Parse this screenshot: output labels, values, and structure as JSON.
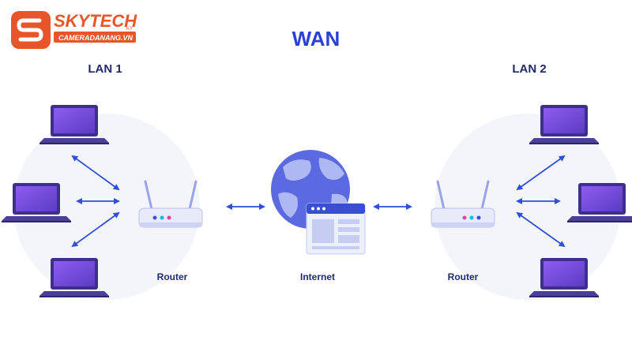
{
  "logo": {
    "brand": "SKYTECH",
    "sub": "CAMERADANANG.VN",
    "suffix": "KY"
  },
  "diagram": {
    "title": "WAN",
    "lan_left": "LAN 1",
    "lan_right": "LAN 2",
    "router_left": "Router",
    "router_right": "Router",
    "internet": "Internet"
  },
  "colors": {
    "title": "#2a3fd6",
    "label": "#1f2a6b",
    "arrow": "#2f4fd6",
    "laptop_screen": "#7a4ee0",
    "laptop_body": "#4a3a9a",
    "globe": "#5b6ae0",
    "router": "#e7eaf9",
    "logo": "#e8552b"
  }
}
